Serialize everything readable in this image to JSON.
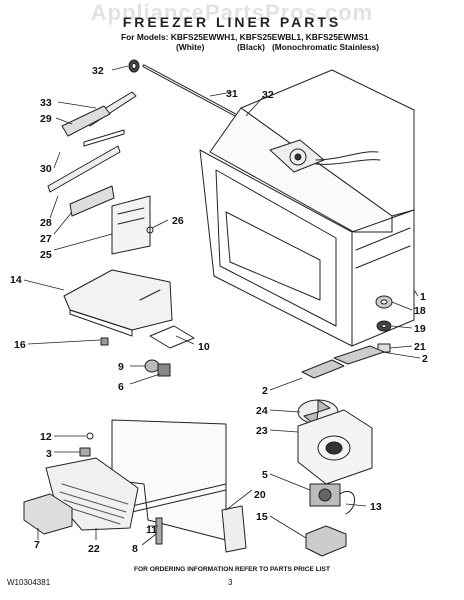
{
  "watermark": "AppliancePartsPros.com",
  "title": "FREEZER LINER PARTS",
  "models_line": "For Models: KBFS25EWWH1, KBFS25EWBL1, KBFS25EWMS1",
  "colors": [
    "(White)",
    "(Black)",
    "(Monochromatic Stainless)"
  ],
  "callouts": [
    "32",
    "31",
    "32",
    "33",
    "29",
    "30",
    "28",
    "27",
    "26",
    "25",
    "14",
    "16",
    "10",
    "9",
    "6",
    "12",
    "3",
    "7",
    "22",
    "8",
    "11",
    "20",
    "1",
    "18",
    "19",
    "21",
    "2",
    "2",
    "24",
    "23",
    "5",
    "13",
    "15"
  ],
  "footer": "FOR ORDERING INFORMATION REFER TO PARTS PRICE LIST",
  "doc_number": "W10304381",
  "page_number": "3"
}
